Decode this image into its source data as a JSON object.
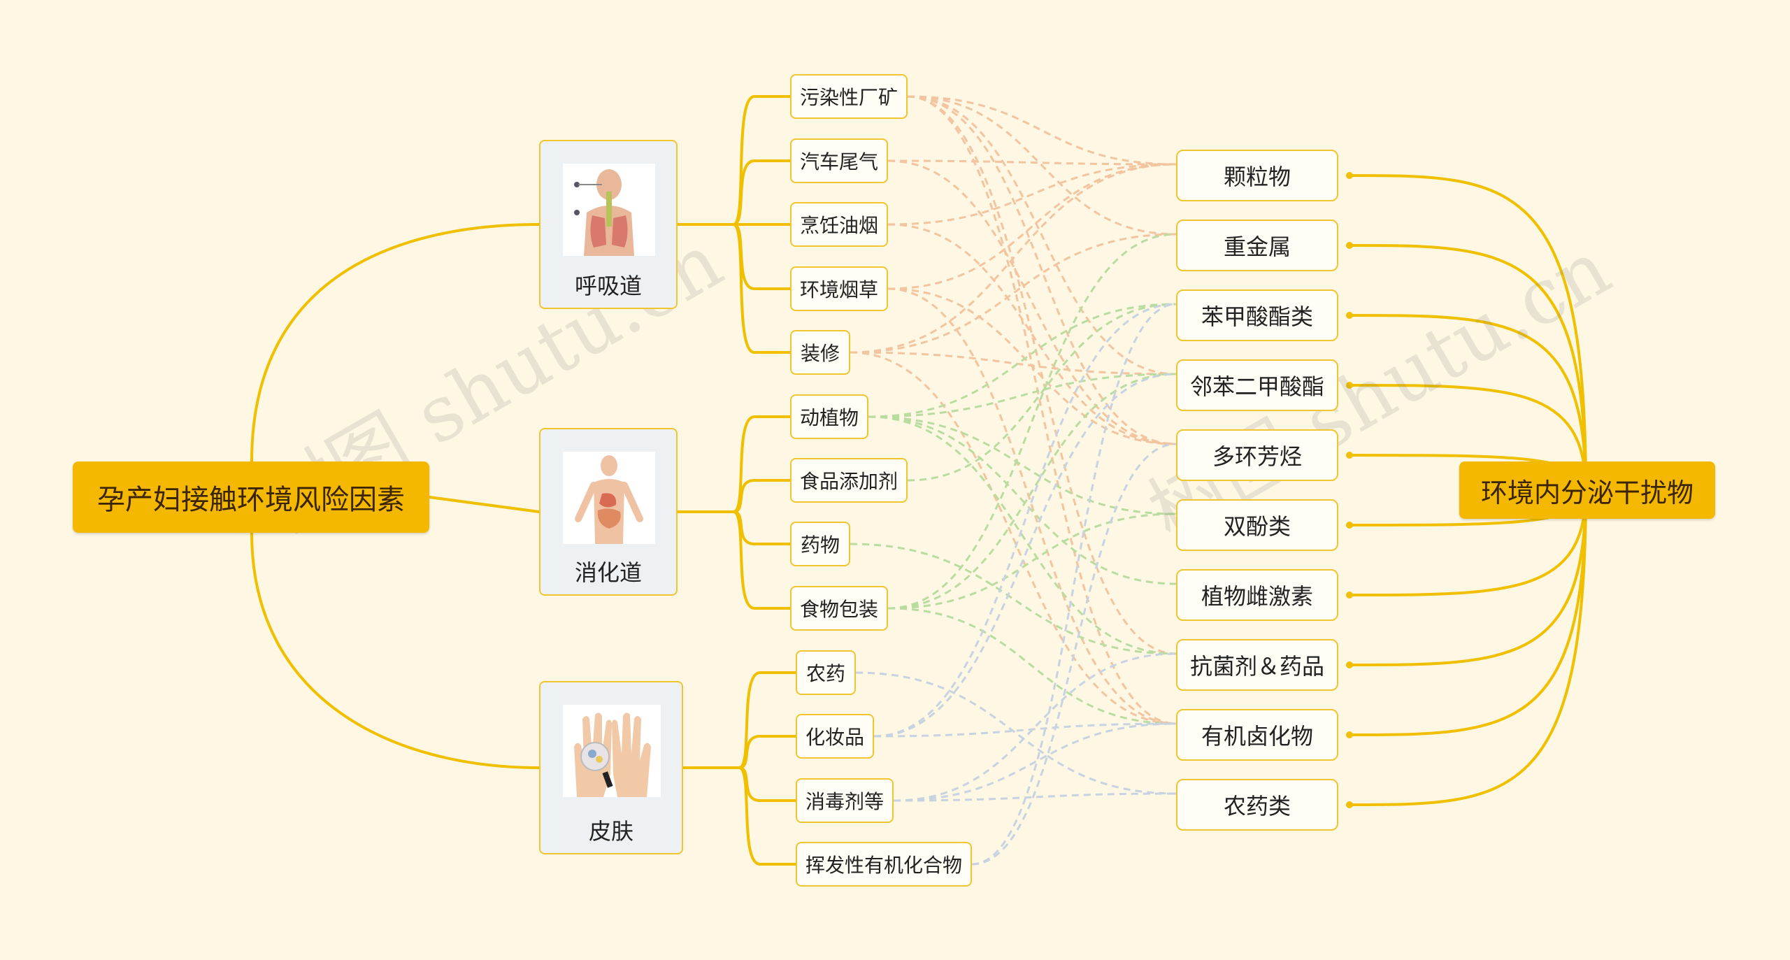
{
  "root": {
    "label": "孕产妇接触环境风险因素"
  },
  "target": {
    "label": "环境内分泌干扰物"
  },
  "categories": [
    {
      "label": "呼吸道",
      "icon": "respiratory-system-icon"
    },
    {
      "label": "消化道",
      "icon": "digestive-system-icon"
    },
    {
      "label": "皮肤",
      "icon": "skin-hands-icon"
    }
  ],
  "sources": [
    "污染性厂矿",
    "汽车尾气",
    "烹饪油烟",
    "环境烟草",
    "装修",
    "动植物",
    "食品添加剂",
    "药物",
    "食物包装",
    "农药",
    "化妆品",
    "消毒剂等",
    "挥发性有机化合物"
  ],
  "substances": [
    "颗粒物",
    "重金属",
    "苯甲酸酯类",
    "邻苯二甲酸酯",
    "多环芳烃",
    "双酚类",
    "植物雌激素",
    "抗菌剂＆药品",
    "有机卤化物",
    "农药类"
  ],
  "colors": {
    "branch": "#f0c000",
    "respiratory_links": "#f3c4a0",
    "digestive_links": "#b9dca0",
    "skin_links": "#c7d3e0",
    "background": "#fdf7e3"
  },
  "watermark": "树图 shutu.cn"
}
